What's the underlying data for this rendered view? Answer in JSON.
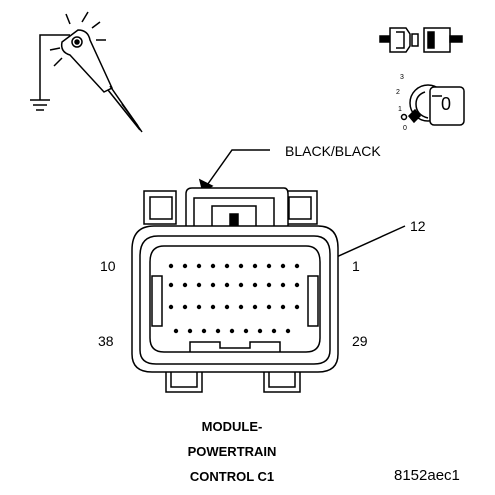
{
  "connector": {
    "wire_color": "BLACK/BLACK",
    "highlighted_pin": "12",
    "pin_labels": {
      "top_left": "10",
      "top_right": "1",
      "bottom_left": "38",
      "bottom_right": "29"
    }
  },
  "title": {
    "line1": "MODULE-",
    "line2": "POWERTRAIN",
    "line3": "CONTROL C1"
  },
  "figure_id": "8152aec1",
  "ignition": {
    "key_positions": [
      "3",
      "2",
      "1",
      "0"
    ],
    "selected_position": "0"
  },
  "icons": {
    "probe": "test-probe-ground-icon",
    "disconnect": "connector-disconnect-icon",
    "ignition": "ignition-key-icon"
  }
}
